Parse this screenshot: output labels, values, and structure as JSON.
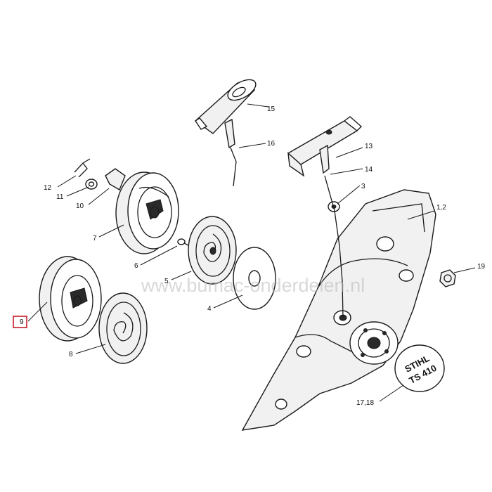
{
  "watermark": "www.bumac-onderdelen.nl",
  "highlighted_part": "9",
  "logo": {
    "brand": "STIHL",
    "model": "TS 410"
  },
  "callouts": [
    {
      "id": "15",
      "label": "15"
    },
    {
      "id": "16",
      "label": "16"
    },
    {
      "id": "13",
      "label": "13"
    },
    {
      "id": "14",
      "label": "14"
    },
    {
      "id": "3",
      "label": "3"
    },
    {
      "id": "1-2",
      "label": "1,2"
    },
    {
      "id": "12",
      "label": "12"
    },
    {
      "id": "11",
      "label": "11"
    },
    {
      "id": "10",
      "label": "10"
    },
    {
      "id": "7",
      "label": "7"
    },
    {
      "id": "6",
      "label": "6"
    },
    {
      "id": "5",
      "label": "5"
    },
    {
      "id": "4",
      "label": "4"
    },
    {
      "id": "19",
      "label": "19"
    },
    {
      "id": "9",
      "label": "9"
    },
    {
      "id": "8",
      "label": "8"
    },
    {
      "id": "17-18",
      "label": "17,18"
    }
  ],
  "colors": {
    "highlight": "#c41d2a",
    "line": "#1a1a1a"
  }
}
